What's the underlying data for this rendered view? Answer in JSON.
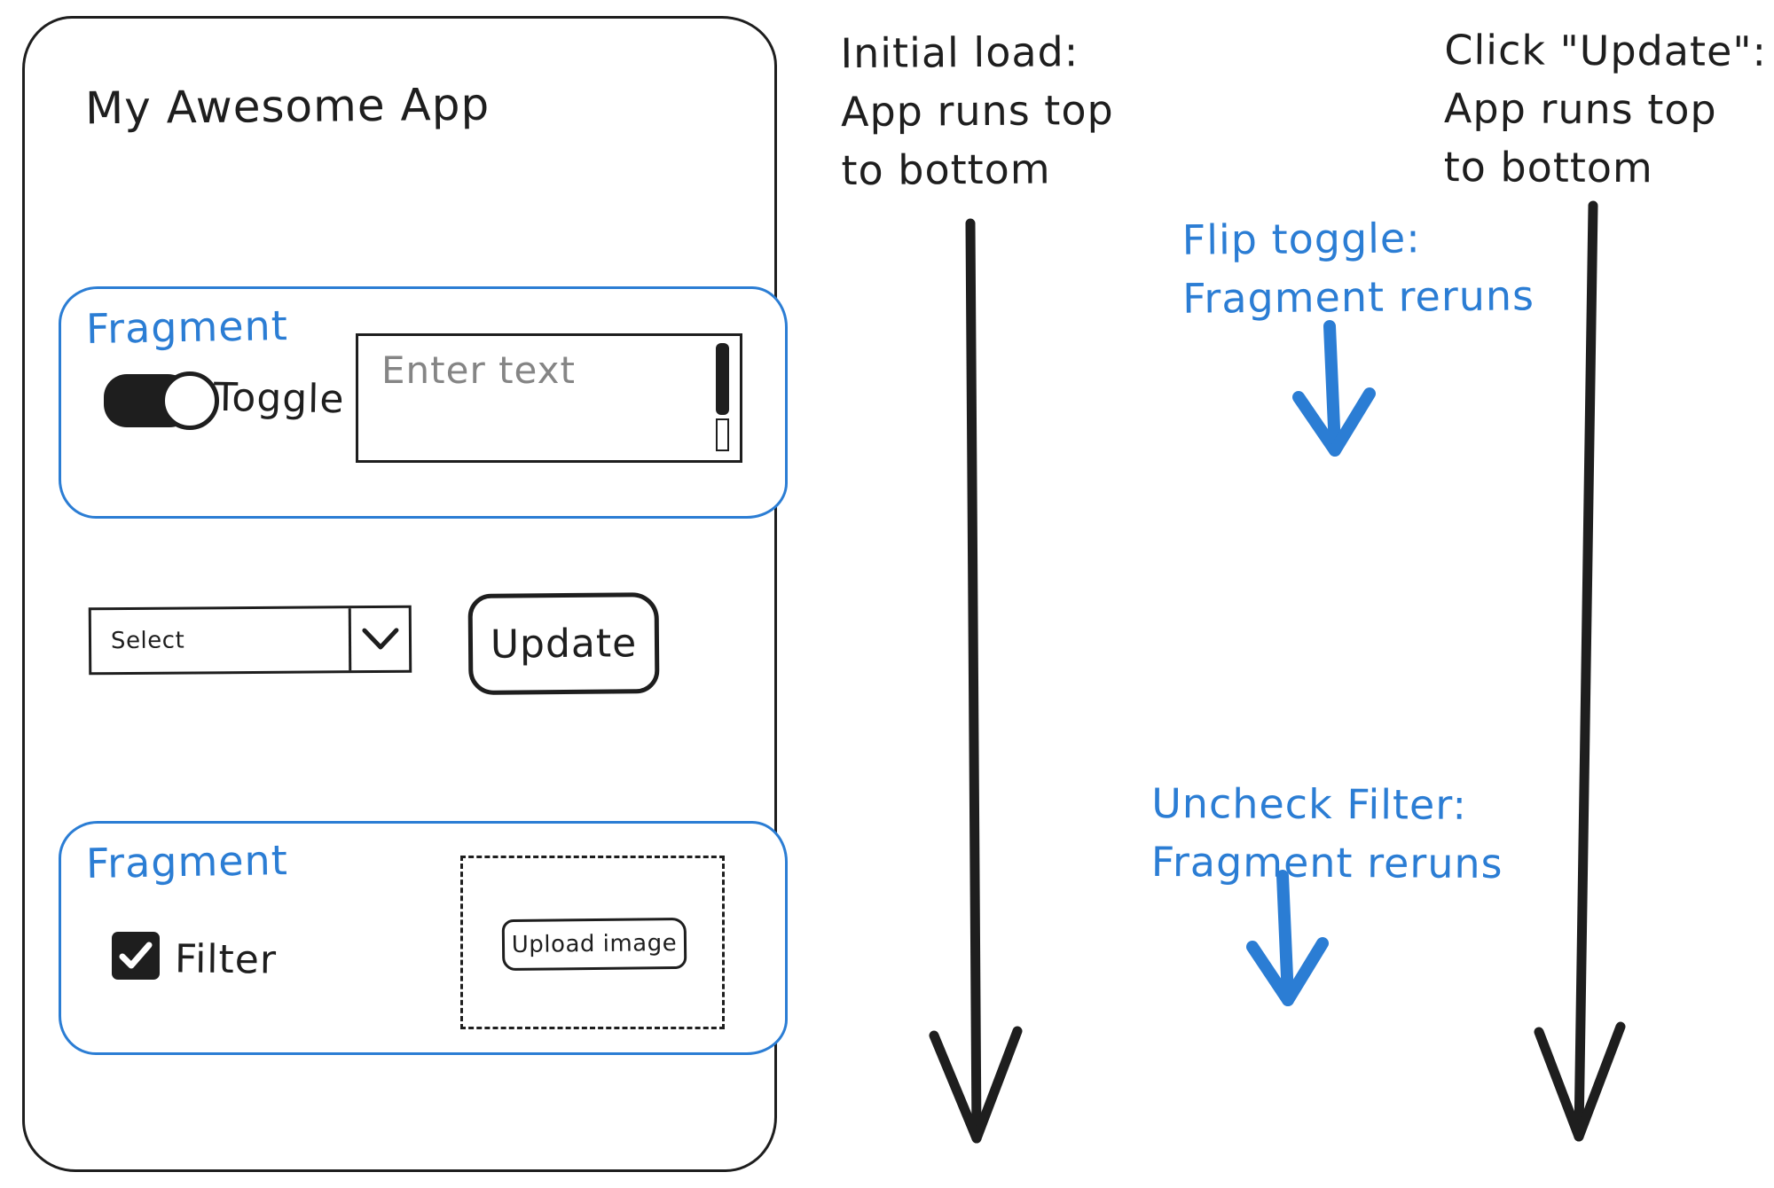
{
  "colors": {
    "ink": "#1e1e1e",
    "accent_blue": "#2b7dd4",
    "placeholder_gray": "#858585"
  },
  "app": {
    "title": "My Awesome App",
    "fragment1": {
      "label": "Fragment",
      "toggle_label": "Toggle",
      "toggle_state": "on",
      "textarea_placeholder": "Enter text"
    },
    "controls": {
      "select_value": "Select",
      "update_label": "Update"
    },
    "fragment2": {
      "label": "Fragment",
      "checkbox_label": "Filter",
      "checkbox_checked": true,
      "upload_label": "Upload image"
    }
  },
  "annotations": {
    "initial_load": "Initial load:\nApp runs top\nto bottom",
    "click_update": "Click \"Update\":\nApp runs top\nto bottom",
    "flip_toggle": "Flip toggle:\nFragment reruns",
    "uncheck_filter": "Uncheck Filter:\nFragment reruns"
  }
}
